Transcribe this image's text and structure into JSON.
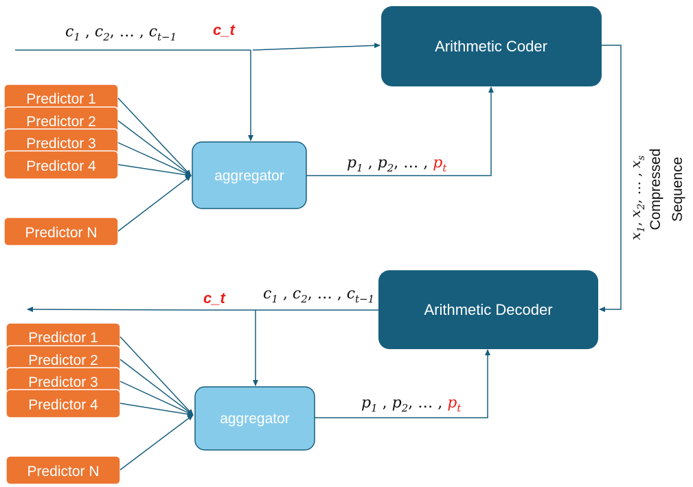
{
  "colors": {
    "coder_fill": "#175e7d",
    "aggregator_fill": "#86cbea",
    "predictor_fill": "#ec7530",
    "arrow": "#175e7d",
    "highlight": "#e8201c"
  },
  "encoder": {
    "coder_label": "Arithmetic Coder",
    "aggregator_label": "aggregator",
    "predictors": [
      "Predictor 1",
      "Predictor 2",
      "Predictor 3",
      "Predictor 4",
      "Predictor N"
    ],
    "input_sequence": {
      "c1": "c",
      "c1_sub": "1",
      "sep1": " , ",
      "c2": "c",
      "c2_sub": "2",
      "sep2": ", … , ",
      "ct1": "c",
      "ct1_sub": "t−1"
    },
    "current_symbol": "c_t",
    "probabilities": {
      "p1": "p",
      "p1_sub": "1",
      "sep1": " , ",
      "p2": "p",
      "p2_sub": "2",
      "sep2": ", … , ",
      "pt": "p",
      "pt_sub": "t"
    }
  },
  "channel": {
    "compressed_sequence": {
      "x1": "x",
      "x1_sub": "1",
      "sep1": ", ",
      "x2": "x",
      "x2_sub": "2",
      "sep2": ", … , ",
      "xs": "x",
      "xs_sub": "s"
    },
    "label_line1": "Compressed",
    "label_line2": "Sequence"
  },
  "decoder": {
    "decoder_label": "Arithmetic Decoder",
    "aggregator_label": "aggregator",
    "predictors": [
      "Predictor 1",
      "Predictor 2",
      "Predictor 3",
      "Predictor 4",
      "Predictor N"
    ],
    "output_sequence": {
      "c1": "c",
      "c1_sub": "1",
      "sep1": " , ",
      "c2": "c",
      "c2_sub": "2",
      "sep2": ", … , ",
      "ct1": "c",
      "ct1_sub": "t−1"
    },
    "current_symbol": "c_t",
    "probabilities": {
      "p1": "p",
      "p1_sub": "1",
      "sep1": " , ",
      "p2": "p",
      "p2_sub": "2",
      "sep2": ", … , ",
      "pt": "p",
      "pt_sub": "t"
    }
  }
}
